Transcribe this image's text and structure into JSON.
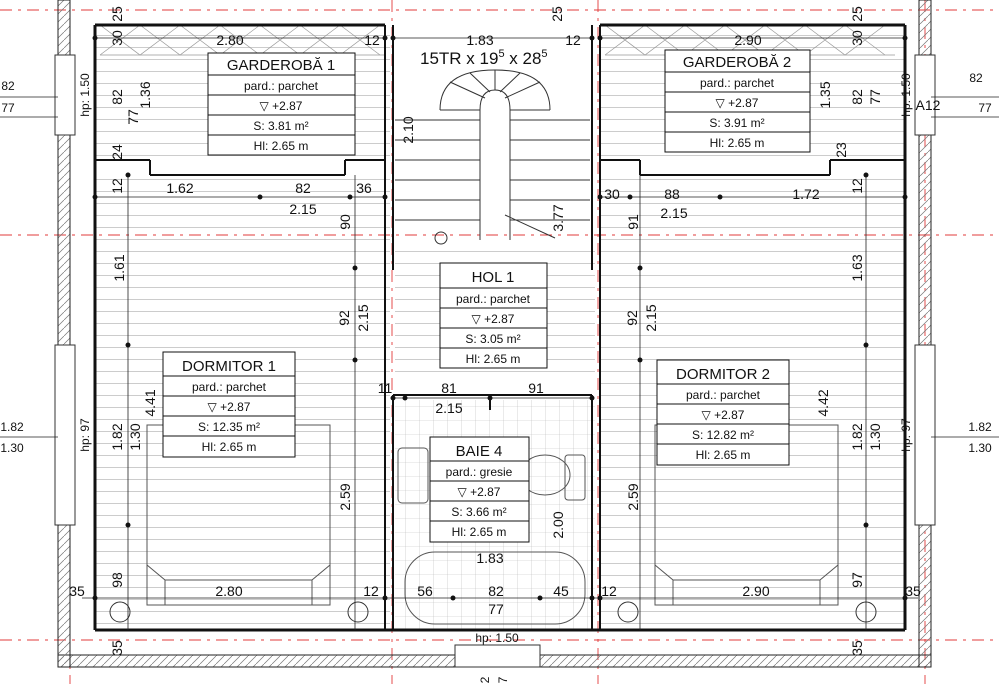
{
  "stairs": {
    "label": "15TR x 19⁵ x 28⁵",
    "main": "15TR x 19",
    "exp1": "5",
    "mid": " x 28",
    "exp2": "5"
  },
  "rooms": [
    {
      "id": "garderoba-1",
      "name": "GARDEROBĂ 1",
      "floor": "pard.: parchet",
      "level": "▽ +2.87",
      "area": "S: 3.81 m²",
      "height": "Hl: 2.65 m"
    },
    {
      "id": "garderoba-2",
      "name": "GARDEROBĂ 2",
      "floor": "pard.: parchet",
      "level": "▽ +2.87",
      "area": "S: 3.91 m²",
      "height": "Hl: 2.65 m"
    },
    {
      "id": "hol-1",
      "name": "HOL 1",
      "floor": "pard.: parchet",
      "level": "▽ +2.87",
      "area": "S: 3.05 m²",
      "height": "Hl: 2.65 m"
    },
    {
      "id": "dormitor-1",
      "name": "DORMITOR 1",
      "floor": "pard.: parchet",
      "level": "▽ +2.87",
      "area": "S: 12.35 m²",
      "height": "Hl: 2.65 m"
    },
    {
      "id": "dormitor-2",
      "name": "DORMITOR 2",
      "floor": "pard.: parchet",
      "level": "▽ +2.87",
      "area": "S: 12.82 m²",
      "height": "Hl: 2.65 m"
    },
    {
      "id": "baie-4",
      "name": "BAIE 4",
      "floor": "pard.: gresie",
      "level": "▽ +2.87",
      "area": "S: 3.66 m²",
      "height": "Hl: 2.65 m"
    }
  ],
  "dimensions": {
    "g1_width": "2.80",
    "g1_gap": "12",
    "stair_width": "1.83",
    "stair_gap": "12",
    "g2_width": "2.90",
    "top_25_left": "25",
    "top_25_mid": "25",
    "top_25_right": "25",
    "top_30_left": "30",
    "top_30_right": "30",
    "g1_h_136": "1.36",
    "g1_h_82": "82",
    "g1_h_77": "77",
    "g2_h_135": "1.35",
    "g2_h_82": "82",
    "g2_h_77": "77",
    "stair_210": "2.10",
    "stair_377": "3.77",
    "left_24": "24",
    "left_12": "12",
    "right_23": "23",
    "right_12": "12",
    "d1_162": "1.62",
    "d1_82": "82",
    "d1_36": "36",
    "d1_215": "2.15",
    "d2_30": "30",
    "d2_88": "88",
    "d2_172": "1.72",
    "d2_215": "2.15",
    "hol_90": "90",
    "hol_91": "91",
    "d1_161": "1.61",
    "d2_163": "1.63",
    "hol_92_left": "92",
    "hol_215_left": "2.15",
    "hol_92_right": "92",
    "hol_215_right": "2.15",
    "baie_11": "11",
    "baie_81": "81",
    "baie_91": "91",
    "baie_215": "2.15",
    "d1_441": "4.41",
    "d1_182": "1.82",
    "d1_130": "1.30",
    "d2_442": "4.42",
    "d2_182": "1.82",
    "d2_130": "1.30",
    "d1_259": "2.59",
    "d2_259": "2.59",
    "baie_200": "2.00",
    "baie_183": "1.83",
    "bottom_35_left": "35",
    "bottom_98": "98",
    "bottom_280": "2.80",
    "bottom_12_left": "12",
    "bottom_56": "56",
    "bottom_82": "82",
    "bottom_45": "45",
    "bottom_77": "77",
    "bottom_12_right": "12",
    "bottom_290": "2.90",
    "bottom_97": "97",
    "bottom_35_right": "35",
    "bottom_35_low": "35",
    "bottom_2": "2",
    "bottom_7": "7"
  },
  "windows": {
    "hp_150_left": "hp: 1.50",
    "hp_150_right": "hp: 1.50",
    "hp_150_bottom": "hp: 1.50",
    "hp_97_left": "hp: 97",
    "hp_97_right": "hp: 97"
  },
  "edge_labels": {
    "left_82": "82",
    "left_77": "77",
    "left_182": "1.82",
    "left_130": "1.30",
    "right_82": "82",
    "right_77": "77",
    "right_182": "1.82",
    "right_130": "1.30",
    "axis_a12": "A12"
  }
}
